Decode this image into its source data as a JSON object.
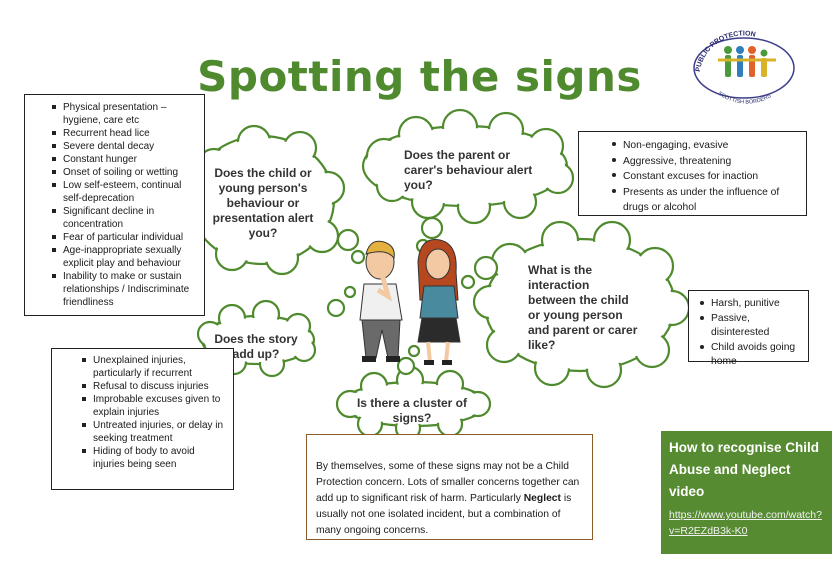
{
  "title": "Spotting the signs",
  "logo": {
    "top_text": "PUBLIC PROTECTION",
    "bottom_text": "SCOTTISH BORDERS",
    "colors": [
      "#4a9a3c",
      "#2f7fbf",
      "#e0612a",
      "#d9b327"
    ]
  },
  "colors": {
    "accent": "#4f8a2e",
    "cloud_border": "#4f8a2e",
    "link_box": "#568b32"
  },
  "clouds": {
    "child": "Does the child or young person's behaviour or presentation alert you?",
    "parent": "Does the parent or carer's behaviour alert you?",
    "interaction": "What is the interaction between the child or young person and parent or carer like?",
    "story": "Does the story add up?",
    "cluster": "Is there a cluster of signs?"
  },
  "child_signs": [
    "Physical presentation – hygiene, care etc",
    "Recurrent head lice",
    "Severe dental decay",
    "Constant hunger",
    "Onset of soiling or wetting",
    "Low self-esteem, continual self-deprecation",
    "Significant decline in concentration",
    "Fear of particular individual",
    "Age-inappropriate sexually explicit play and behaviour",
    "Inability to make or sustain relationships / Indiscriminate friendliness"
  ],
  "parent_signs": [
    "Non-engaging, evasive",
    "Aggressive, threatening",
    "Constant excuses for inaction",
    "Presents as under the influence of drugs or alcohol"
  ],
  "interaction_signs": [
    "Harsh, punitive",
    "Passive, disinterested",
    "Child avoids going home"
  ],
  "story_signs": [
    "Unexplained injuries, particularly if recurrent",
    "Refusal to discuss injuries",
    "Improbable excuses given to explain injuries",
    "Untreated injuries, or delay in seeking treatment",
    "Hiding of body to avoid injuries being seen"
  ],
  "note": {
    "before": "By themselves, some of these signs may not be a Child Protection concern. Lots of smaller concerns together can add up to significant risk of harm. Particularly ",
    "bold": "Neglect",
    "after": " is usually not one isolated incident, but a combination of many ongoing concerns."
  },
  "video": {
    "title": "How to recognise Child Abuse and Neglect video",
    "url": "https://www.youtube.com/watch?v=R2EZdB3k-K0"
  }
}
